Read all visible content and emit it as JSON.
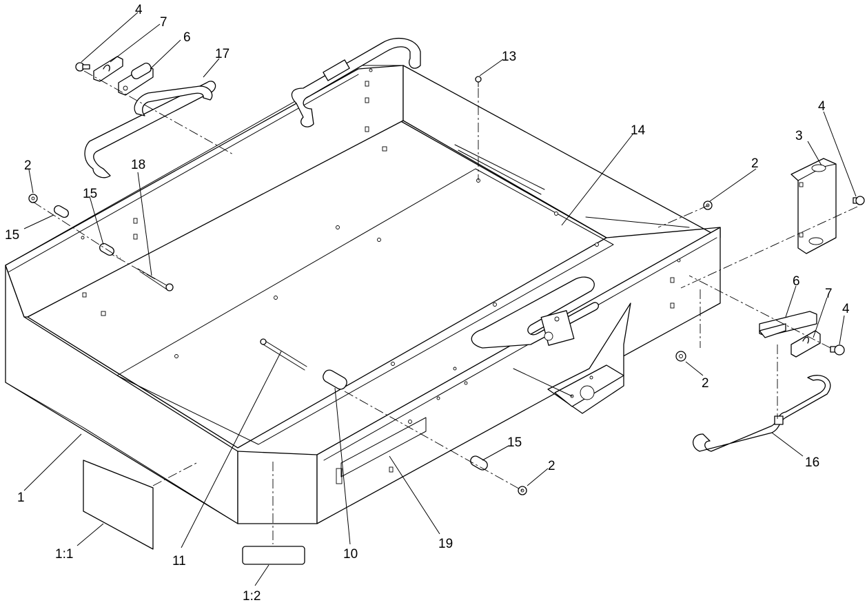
{
  "callouts": [
    {
      "id": "c-4a",
      "label": "4"
    },
    {
      "id": "c-7a",
      "label": "7"
    },
    {
      "id": "c-6a",
      "label": "6"
    },
    {
      "id": "c-17",
      "label": "17"
    },
    {
      "id": "c-13",
      "label": "13"
    },
    {
      "id": "c-14",
      "label": "14"
    },
    {
      "id": "c-3",
      "label": "3"
    },
    {
      "id": "c-4b",
      "label": "4"
    },
    {
      "id": "c-2a",
      "label": "2"
    },
    {
      "id": "c-18",
      "label": "18"
    },
    {
      "id": "c-15a",
      "label": "15"
    },
    {
      "id": "c-15b",
      "label": "15"
    },
    {
      "id": "c-2b",
      "label": "2"
    },
    {
      "id": "c-6b",
      "label": "6"
    },
    {
      "id": "c-7b",
      "label": "7"
    },
    {
      "id": "c-4c",
      "label": "4"
    },
    {
      "id": "c-2c",
      "label": "2"
    },
    {
      "id": "c-1",
      "label": "1"
    },
    {
      "id": "c-11",
      "label": "1:1"
    },
    {
      "id": "c-12",
      "label": "1:2"
    },
    {
      "id": "c-11b",
      "label": "11"
    },
    {
      "id": "c-10",
      "label": "10"
    },
    {
      "id": "c-19",
      "label": "19"
    },
    {
      "id": "c-15c",
      "label": "15"
    },
    {
      "id": "c-2d",
      "label": "2"
    },
    {
      "id": "c-16",
      "label": "16"
    }
  ]
}
